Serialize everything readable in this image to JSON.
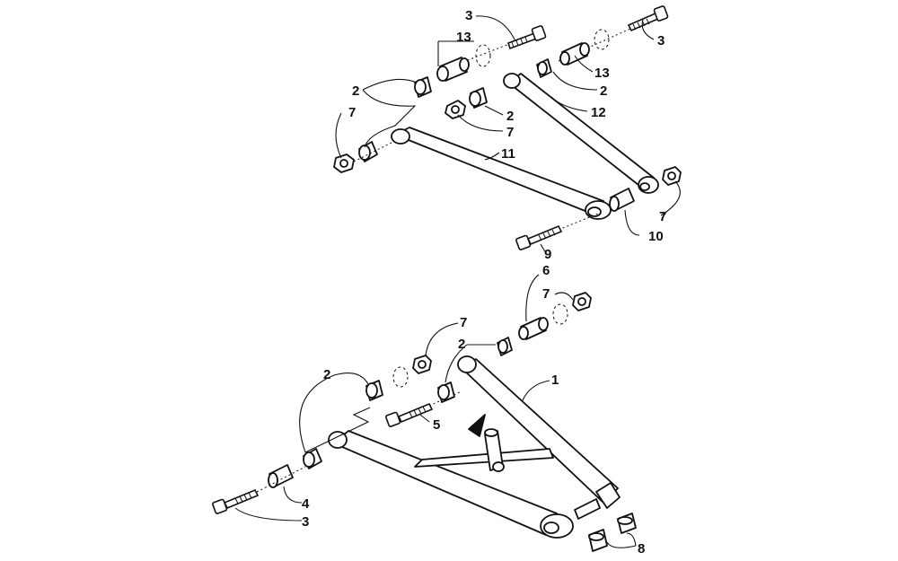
{
  "callouts": {
    "upper": {
      "n3_top_left": "3",
      "n13_left": "13",
      "n3_top_right": "3",
      "n13_right": "13",
      "n2_left": "2",
      "n7_left": "7",
      "n2_mid": "2",
      "n7_mid": "7",
      "n2_right": "2",
      "n12": "12",
      "n11": "11",
      "n7_right": "7",
      "n10": "10",
      "n9": "9"
    },
    "lower": {
      "n6": "6",
      "n7_top_right": "7",
      "n7_mid": "7",
      "n2_mid": "2",
      "n2_left": "2",
      "n1": "1",
      "n5": "5",
      "n4": "4",
      "n3": "3",
      "n8": "8"
    }
  }
}
